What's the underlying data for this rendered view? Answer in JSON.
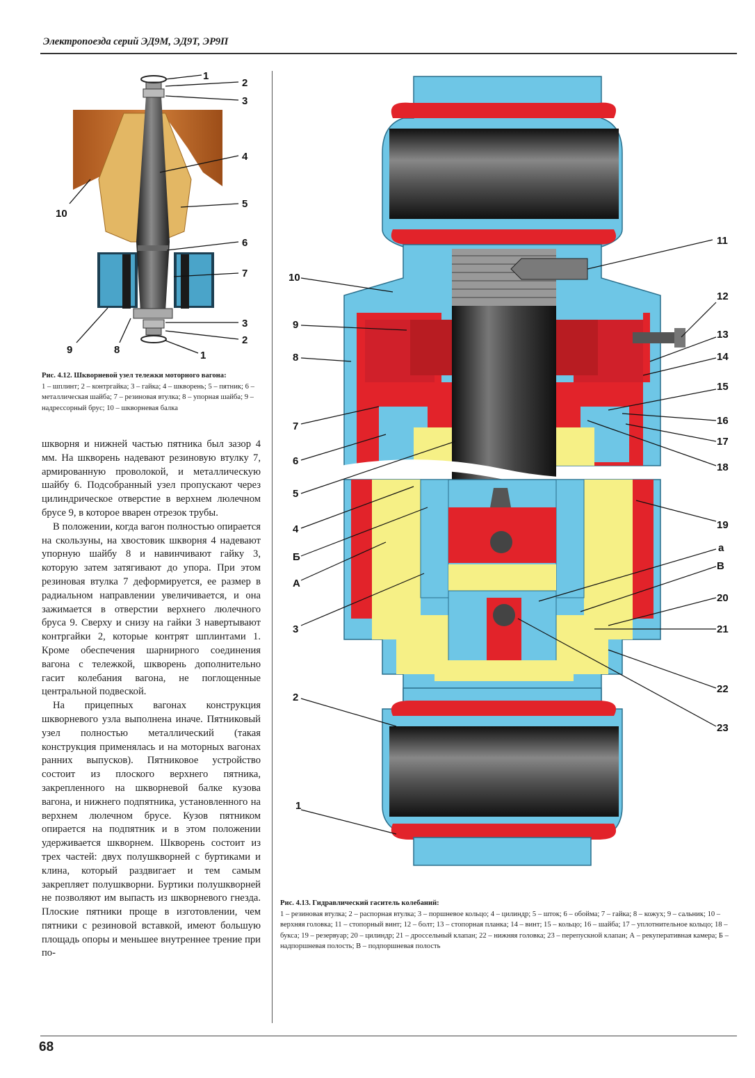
{
  "header": {
    "running_title": "Электропоезда серий ЭД9М, ЭД9Т, ЭР9П"
  },
  "figure_412": {
    "callouts": [
      "1",
      "2",
      "3",
      "4",
      "5",
      "6",
      "7",
      "3",
      "2",
      "1",
      "10",
      "9",
      "8"
    ],
    "caption_title": "Рис. 4.12. Шкворневой узел тележки моторного вагона:",
    "caption_text": "1 – шплинт; 2 – контргайка; 3 – гайка; 4 – шкворень; 5 – пятник; 6 – металлическая шайба; 7 – резиновая втулка; 8 – упорная шайба; 9 – надрессорный брус; 10 – шкворневая балка"
  },
  "figure_413": {
    "callouts_left": [
      "10",
      "9",
      "8",
      "7",
      "6",
      "5",
      "4",
      "Б",
      "А",
      "3",
      "2",
      "1"
    ],
    "callouts_right": [
      "11",
      "12",
      "13",
      "14",
      "15",
      "16",
      "17",
      "18",
      "19",
      "а",
      "В",
      "20",
      "21",
      "22",
      "23"
    ],
    "caption_title": "Рис. 4.13. Гидравлический гаситель колебаний:",
    "caption_text": "1 – резиновая втулка; 2 – распорная втулка; 3 – поршневое кольцо; 4 – цилиндр; 5 – шток; 6 – обойма; 7 – гайка; 8 – кожух; 9 – сальник; 10 – верхняя головка; 11 – стопорный винт; 12 – болт; 13 – стопорная планка; 14 – винт; 15 – кольцо; 16 – шайба; 17 – уплотнительное кольцо; 18 – букса; 19 – резервуар; 20 – цилиндр; 21 – дроссельный клапан; 22 – нижняя головка; 23 – перепускной клапан; А – рекуперативная камера; Б – надпоршневая полость; В – подпоршневая полость"
  },
  "body": {
    "paragraphs": [
      "шкворня и нижней частью пятника был зазор 4 мм. На шкворень надевают резиновую втулку 7, армированную проволокой, и металлическую шайбу 6. Подсобранный узел пропускают через цилиндрическое отверстие в верхнем люлечном брусе 9, в которое вварен отрезок трубы.",
      "В положении, когда вагон полностью опирается на скользуны, на хвостовик шкворня 4 надевают упорную шайбу 8 и навинчивают гайку 3, которую затем затягивают до упора. При этом резиновая втулка 7 деформируется, ее размер в радиальном направлении увеличивается, и она зажимается в отверстии верхнего люлечного бруса 9. Сверху и снизу на гайки 3 навертывают контргайки 2, которые контрят шплинтами 1. Кроме обеспечения шарнирного соединения вагона с тележкой, шкворень дополнительно гасит колебания вагона, не поглощенные центральной подвеской.",
      "На прицепных вагонах конструкция шкворневого узла выполнена иначе. Пятниковый узел полностью металлический (такая конструкция применялась и на моторных вагонах ранних выпусков). Пятниковое устройство состоит из плоского верхнего пятника, закрепленного на шкворневой балке кузова вагона, и нижнего подпятника, установленного на верхнем люлечном брусе. Кузов пятником опирается на подпятник и в этом положении удерживается шкворнем. Шкворень состоит из трех частей: двух полушкворней с буртиками и клина, который раздвигает и тем самым закрепляет полушкворни. Буртики полушкворней не позволяют им выпасть из шкворневого гнезда. Плоские пятники проще в изготовлении, чем пятники с резиновой вставкой, имеют большую площадь опоры и меньшее внутреннее трение при по-"
    ]
  },
  "page_number": "68",
  "colors": {
    "steel_blue": "#6ec6e6",
    "red": "#e2232a",
    "yellow": "#f6f086",
    "gray_dark": "#3b3b3b",
    "orange_wood": "#c8742e",
    "tan": "#d9a24a"
  }
}
